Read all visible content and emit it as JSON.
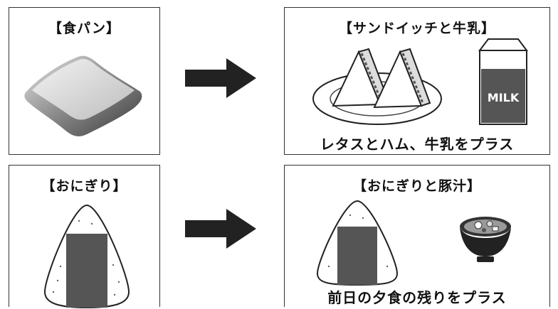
{
  "panels": {
    "bread": {
      "title": "【食パン】"
    },
    "sandwich": {
      "title": "【サンドイッチと牛乳】",
      "caption": "レタスとハム、牛乳をプラス",
      "milk_label": "MILK"
    },
    "onigiri": {
      "title": "【おにぎり】"
    },
    "onigiri_tonjiru": {
      "title": "【おにぎりと豚汁】",
      "caption": "前日の夕食の残りをプラス"
    }
  }
}
